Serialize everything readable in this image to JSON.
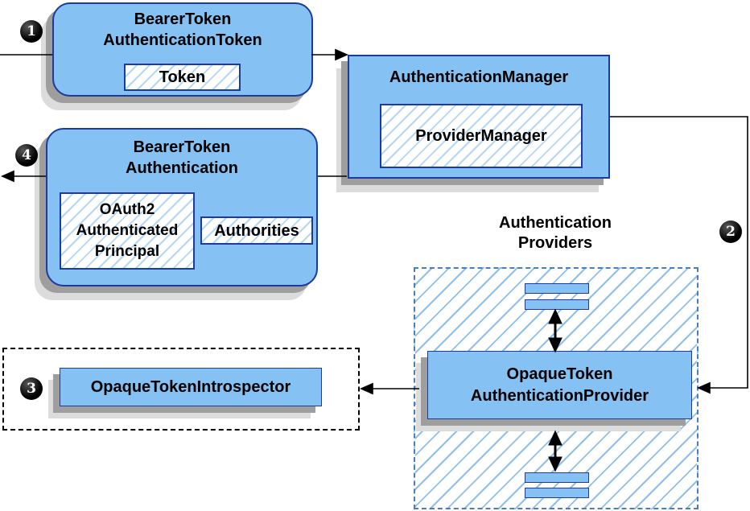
{
  "badges": {
    "step1": "1",
    "step2": "2",
    "step3": "3",
    "step4": "4"
  },
  "nodes": {
    "bearer_token_authentication_token": {
      "title": "BearerToken\nAuthenticationToken",
      "token_label": "Token"
    },
    "authentication_manager": {
      "title": "AuthenticationManager",
      "provider_manager_label": "ProviderManager"
    },
    "bearer_token_authentication": {
      "title": "BearerToken\nAuthentication",
      "principal_label": "OAuth2\nAuthenticated\nPrincipal",
      "authorities_label": "Authorities"
    },
    "authentication_providers": {
      "label": "Authentication\nProviders"
    },
    "opaque_token_authentication_provider": {
      "title": "OpaqueToken\nAuthenticationProvider"
    },
    "opaque_token_introspector": {
      "title": "OpaqueTokenIntrospector"
    }
  },
  "colors": {
    "node_fill": "#85C1F2",
    "node_border": "#1D3A9E",
    "hatch_inner": "#B5D6F4",
    "hatch_region": "#8EBFEA",
    "providers_dash": "#4A7EBB",
    "shadow_dark": "#9E9E9E",
    "shadow_light": "#DCDCDC",
    "connector": "#000000"
  }
}
